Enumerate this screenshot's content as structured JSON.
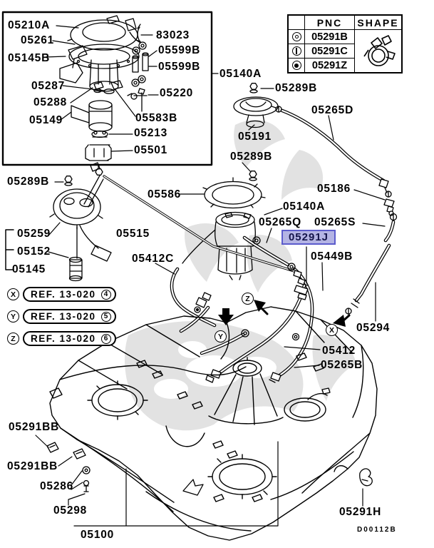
{
  "diagram": {
    "code": "D00112B",
    "highlighted_part": "05291J",
    "colors": {
      "highlight_fill": "#b4b4e4",
      "highlight_border": "#5c5ccc",
      "line": "#000000",
      "watermark": "#e2e2e2"
    }
  },
  "pnc_table": {
    "header_pnc": "PNC",
    "header_shape": "SHAPE",
    "rows": [
      {
        "symbol": "double-circle-icon",
        "pnc": "05291B"
      },
      {
        "symbol": "circle-bar-icon",
        "pnc": "05291C"
      },
      {
        "symbol": "bullseye-icon",
        "pnc": "05291Z"
      }
    ]
  },
  "ref_callouts": [
    {
      "marker": "X",
      "text": "REF. 13-020",
      "number": "4"
    },
    {
      "marker": "Y",
      "text": "REF. 13-020",
      "number": "5"
    },
    {
      "marker": "Z",
      "text": "REF. 13-020",
      "number": "6"
    }
  ],
  "drawing_markers": {
    "z": "Z",
    "y": "Y",
    "x": "X"
  },
  "labels": {
    "inset_05210A": "05210A",
    "inset_05261": "05261",
    "inset_05145B": "05145B",
    "inset_05287": "05287",
    "inset_05288": "05288",
    "inset_05149": "05149",
    "inset_83023": "83023",
    "inset_05599B_1": "05599B",
    "inset_05599B_2": "05599B",
    "inset_05220": "05220",
    "inset_05583B": "05583B",
    "inset_05213": "05213",
    "inset_05501": "05501",
    "top_05140A": "05140A",
    "top_05289B": "05289B",
    "cap_05191": "05191",
    "hose_05265D": "05265D",
    "mid_05289B": "05289B",
    "left_05289B": "05289B",
    "ring_05586": "05586",
    "valve_05186": "05186",
    "mid_05140A": "05140A",
    "hose_05265Q": "05265Q",
    "hose_05265S": "05265S",
    "sel_05291J": "05291J",
    "hose_05449B": "05449B",
    "pipe_05515": "05515",
    "hose_05412C": "05412C",
    "sender_05259": "05259",
    "sender_05152": "05152",
    "sender_05145": "05145",
    "hose_05294": "05294",
    "hose_05412": "05412",
    "hose_05265B": "05265B",
    "clip_05291BB_1": "05291BB",
    "clip_05291BB_2": "05291BB",
    "bolt_05286": "05286",
    "bracket_05298": "05298",
    "tank_05100": "05100",
    "clamp_05291H": "05291H"
  }
}
